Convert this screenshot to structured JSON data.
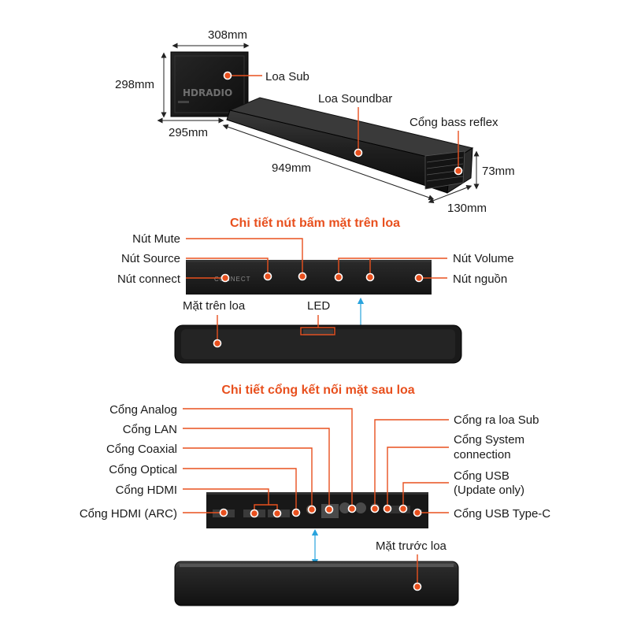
{
  "colors": {
    "accent": "#e8501e",
    "callout_line": "#e8501e",
    "led_line": "#29a3dd",
    "device_dark": "#1b1b1b"
  },
  "dimensions": {
    "sub_width": "308mm",
    "sub_height": "298mm",
    "sub_depth": "295mm",
    "bar_length": "949mm",
    "bar_height": "73mm",
    "bar_depth": "130mm"
  },
  "overview": {
    "sub_label": "Loa Sub",
    "soundbar_label": "Loa Soundbar",
    "bass_reflex_label": "Cổng bass reflex",
    "sub_logo": "HDRADIO"
  },
  "top_panel": {
    "heading": "Chi tiết nút bấm mặt trên loa",
    "mute": "Nút Mute",
    "source": "Nút Source",
    "connect": "Nút connect",
    "volume": "Nút Volume",
    "power": "Nút nguồn",
    "top_surface": "Mặt trên loa",
    "led": "LED",
    "panel_text": "CONNECT"
  },
  "rear_panel": {
    "heading": "Chi tiết cổng kết nối mặt sau loa",
    "analog": "Cổng Analog",
    "lan": "Cổng LAN",
    "coaxial": "Cổng Coaxial",
    "optical": "Cổng Optical",
    "hdmi": "Cổng HDMI",
    "hdmi_arc": "Cổng HDMI (ARC)",
    "sub_out": "Cổng ra loa Sub",
    "system_line1": "Cổng System",
    "system_line2": "connection",
    "usb_line1": "Cổng USB",
    "usb_line2": "(Update only)",
    "usb_c": "Cổng USB Type-C",
    "front": "Mặt trước loa"
  }
}
